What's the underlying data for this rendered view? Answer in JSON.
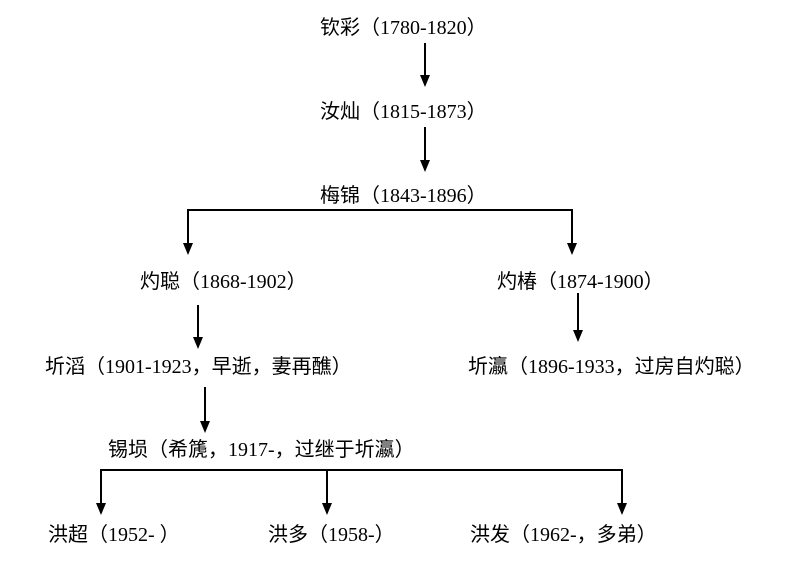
{
  "tree": {
    "nodes": [
      {
        "name": "钦彩",
        "detail": "（1780-1820）"
      },
      {
        "name": "汝灿",
        "detail": "（1815-1873）"
      },
      {
        "name": "梅锦",
        "detail": "（1843-1896）"
      },
      {
        "name": "灼聪",
        "detail": "（1868-1902）"
      },
      {
        "name": "灼椿",
        "detail": "（1874-1900）"
      },
      {
        "name": "圻滔",
        "detail": "（1901-1923，早逝，妻再醮）"
      },
      {
        "name": "圻瀛",
        "detail": "（1896-1933，过房自灼聪）"
      },
      {
        "name": "锡埙",
        "detail": "（希篪，1917-，过继于圻瀛）"
      },
      {
        "name": "洪超",
        "detail": "（1952- ）"
      },
      {
        "name": "洪多",
        "detail": "（1958-）"
      },
      {
        "name": "洪发",
        "detail": "（1962-，多弟）"
      }
    ],
    "edges": [
      [
        0,
        1
      ],
      [
        1,
        2
      ],
      [
        2,
        3
      ],
      [
        2,
        4
      ],
      [
        3,
        5
      ],
      [
        4,
        6
      ],
      [
        5,
        7
      ],
      [
        7,
        8
      ],
      [
        7,
        9
      ],
      [
        7,
        10
      ]
    ]
  }
}
